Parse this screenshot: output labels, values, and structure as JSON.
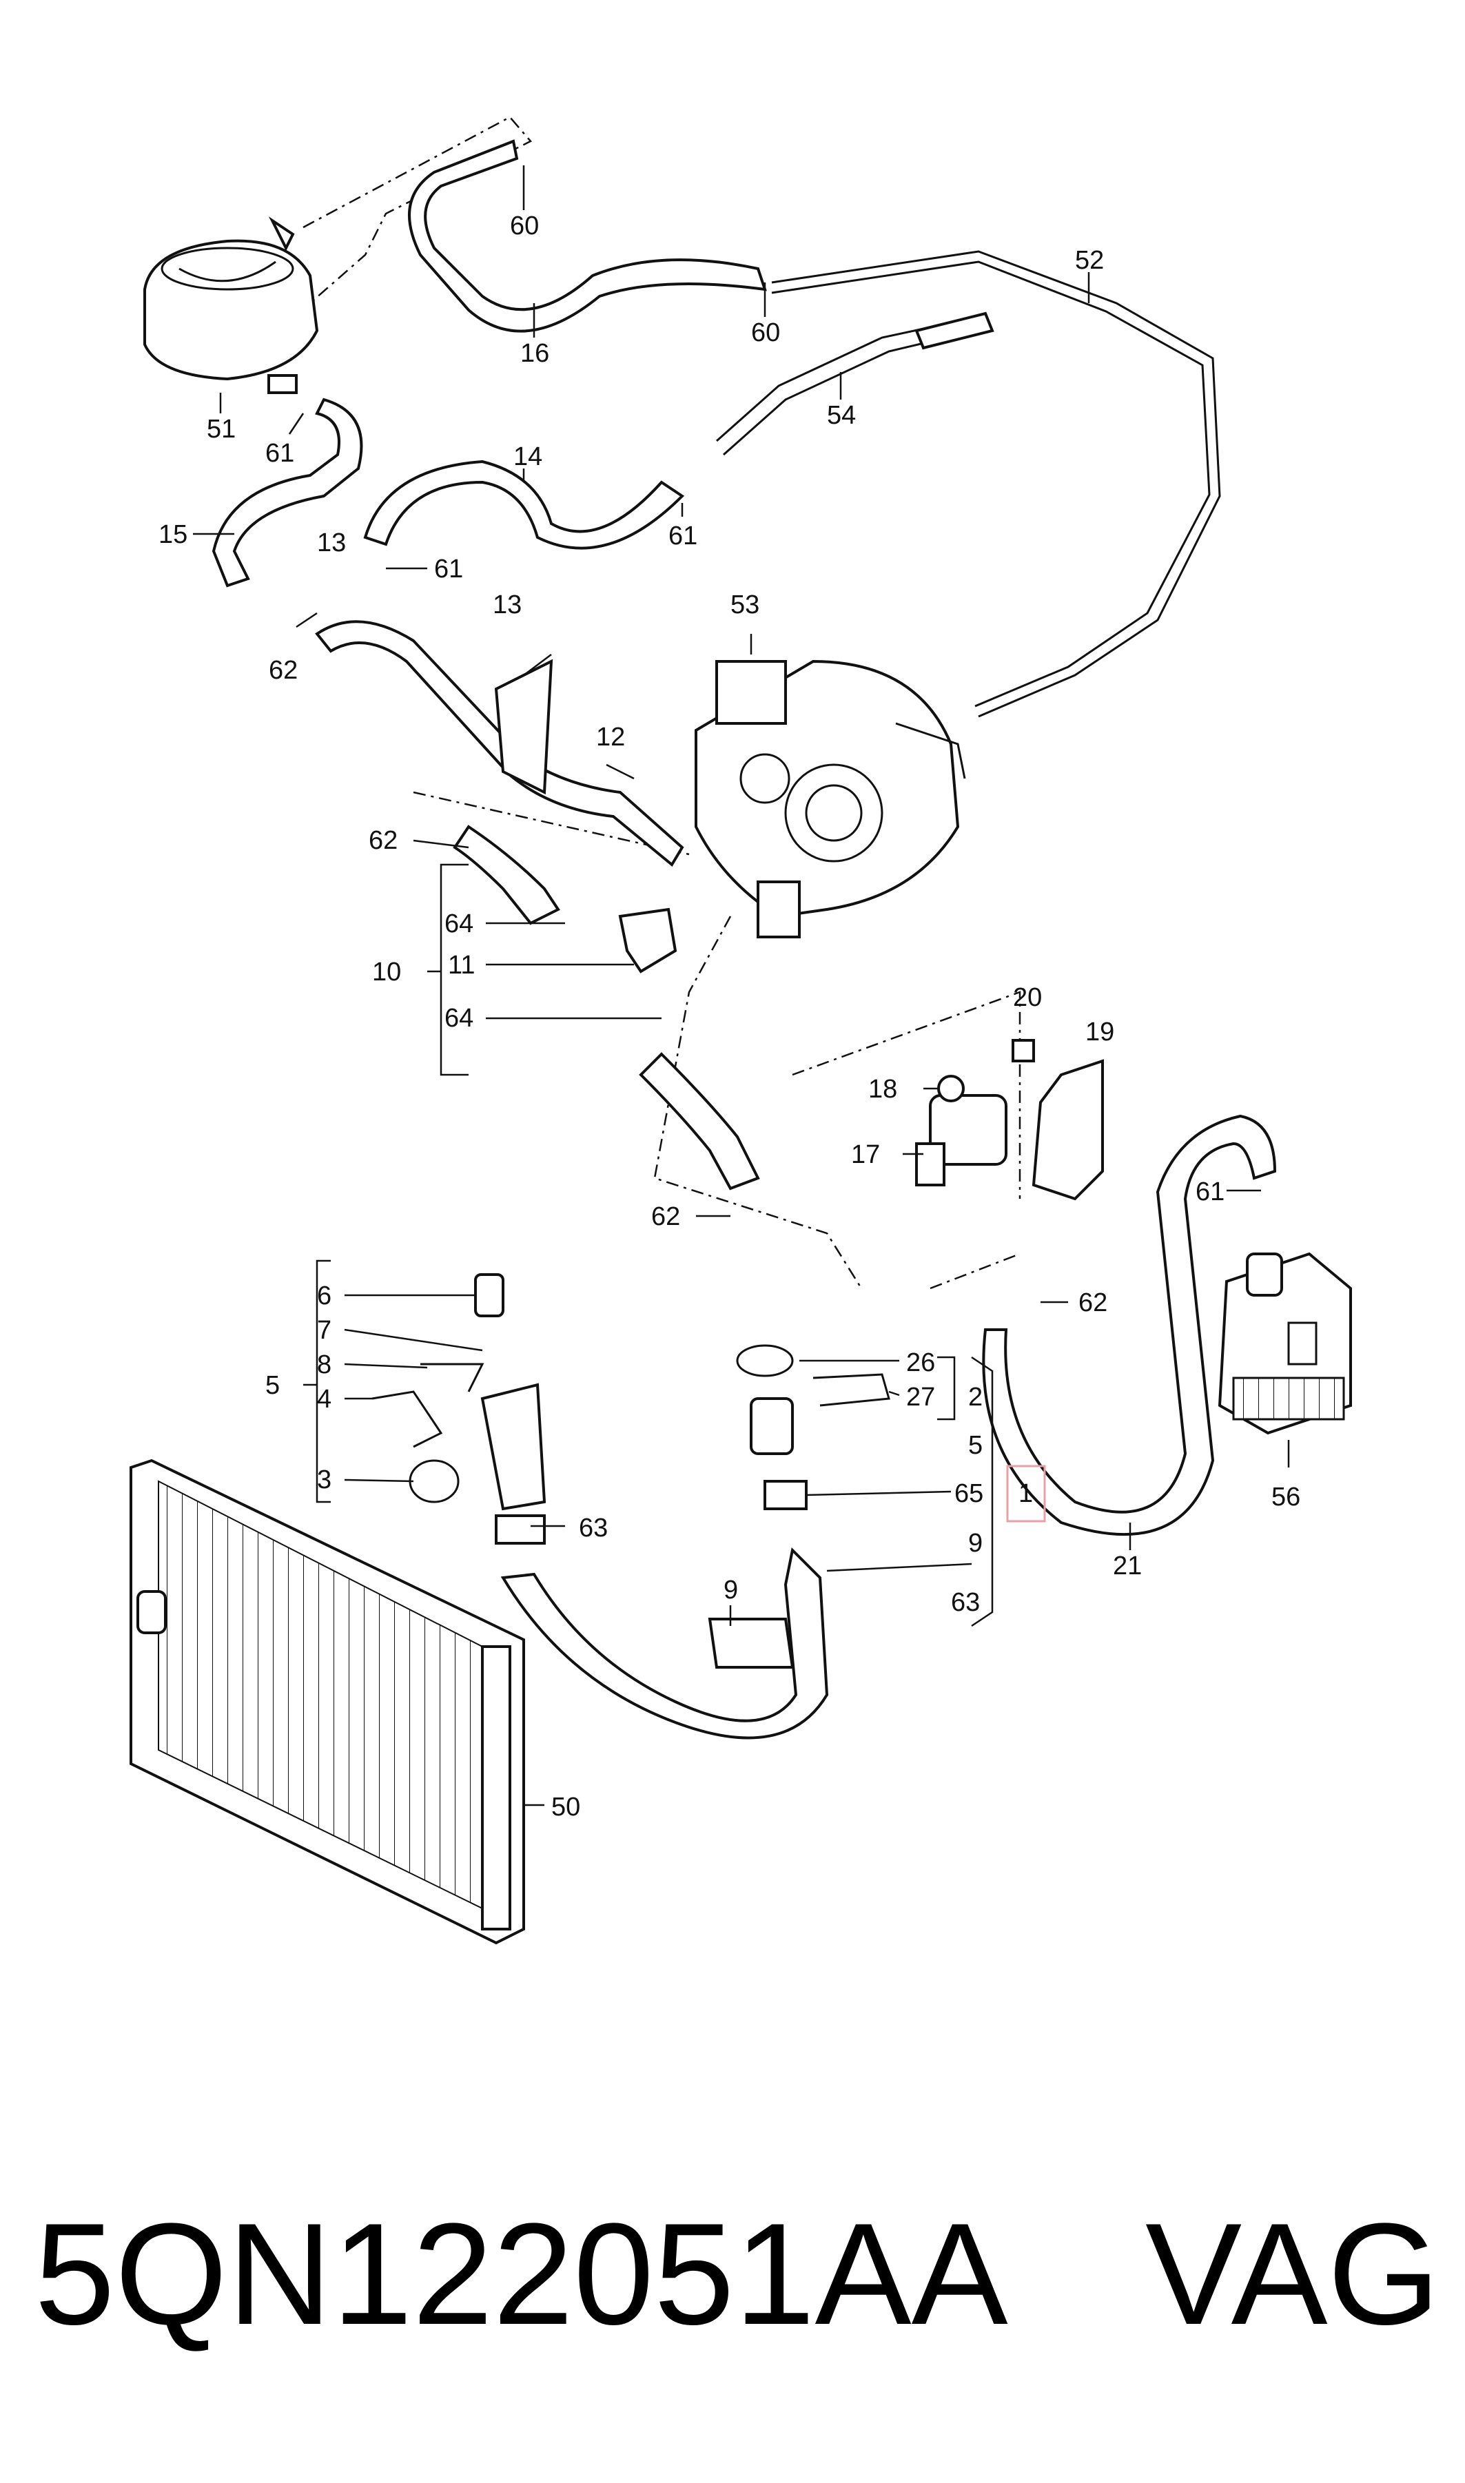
{
  "callouts": {
    "c60a": "60",
    "c60b": "60",
    "c52": "52",
    "c16": "16",
    "c54": "54",
    "c51": "51",
    "c61a": "61",
    "c14": "14",
    "c61b": "61",
    "c15": "15",
    "c13a": "13",
    "c61c": "61",
    "c62a": "62",
    "c13b": "13",
    "c53": "53",
    "c12": "12",
    "c62b": "62",
    "c64a": "64",
    "c11": "11",
    "c10": "10",
    "c64b": "64",
    "c20": "20",
    "c19": "19",
    "c18": "18",
    "c17": "17",
    "c62c": "62",
    "c61d": "61",
    "c62d": "62",
    "c6": "6",
    "c7": "7",
    "c8": "8",
    "c5a": "5",
    "c4": "4",
    "c3": "3",
    "c63a": "63",
    "c26": "26",
    "c27": "27",
    "c2": "2",
    "c5b": "5",
    "c65": "65",
    "c1": "1",
    "c9a": "9",
    "c63b": "63",
    "c21": "21",
    "c56": "56",
    "c9b": "9",
    "c50": "50"
  },
  "highlight_color": "#e8a0a8",
  "part_number": "5QN122051AA",
  "brand": "VAG"
}
